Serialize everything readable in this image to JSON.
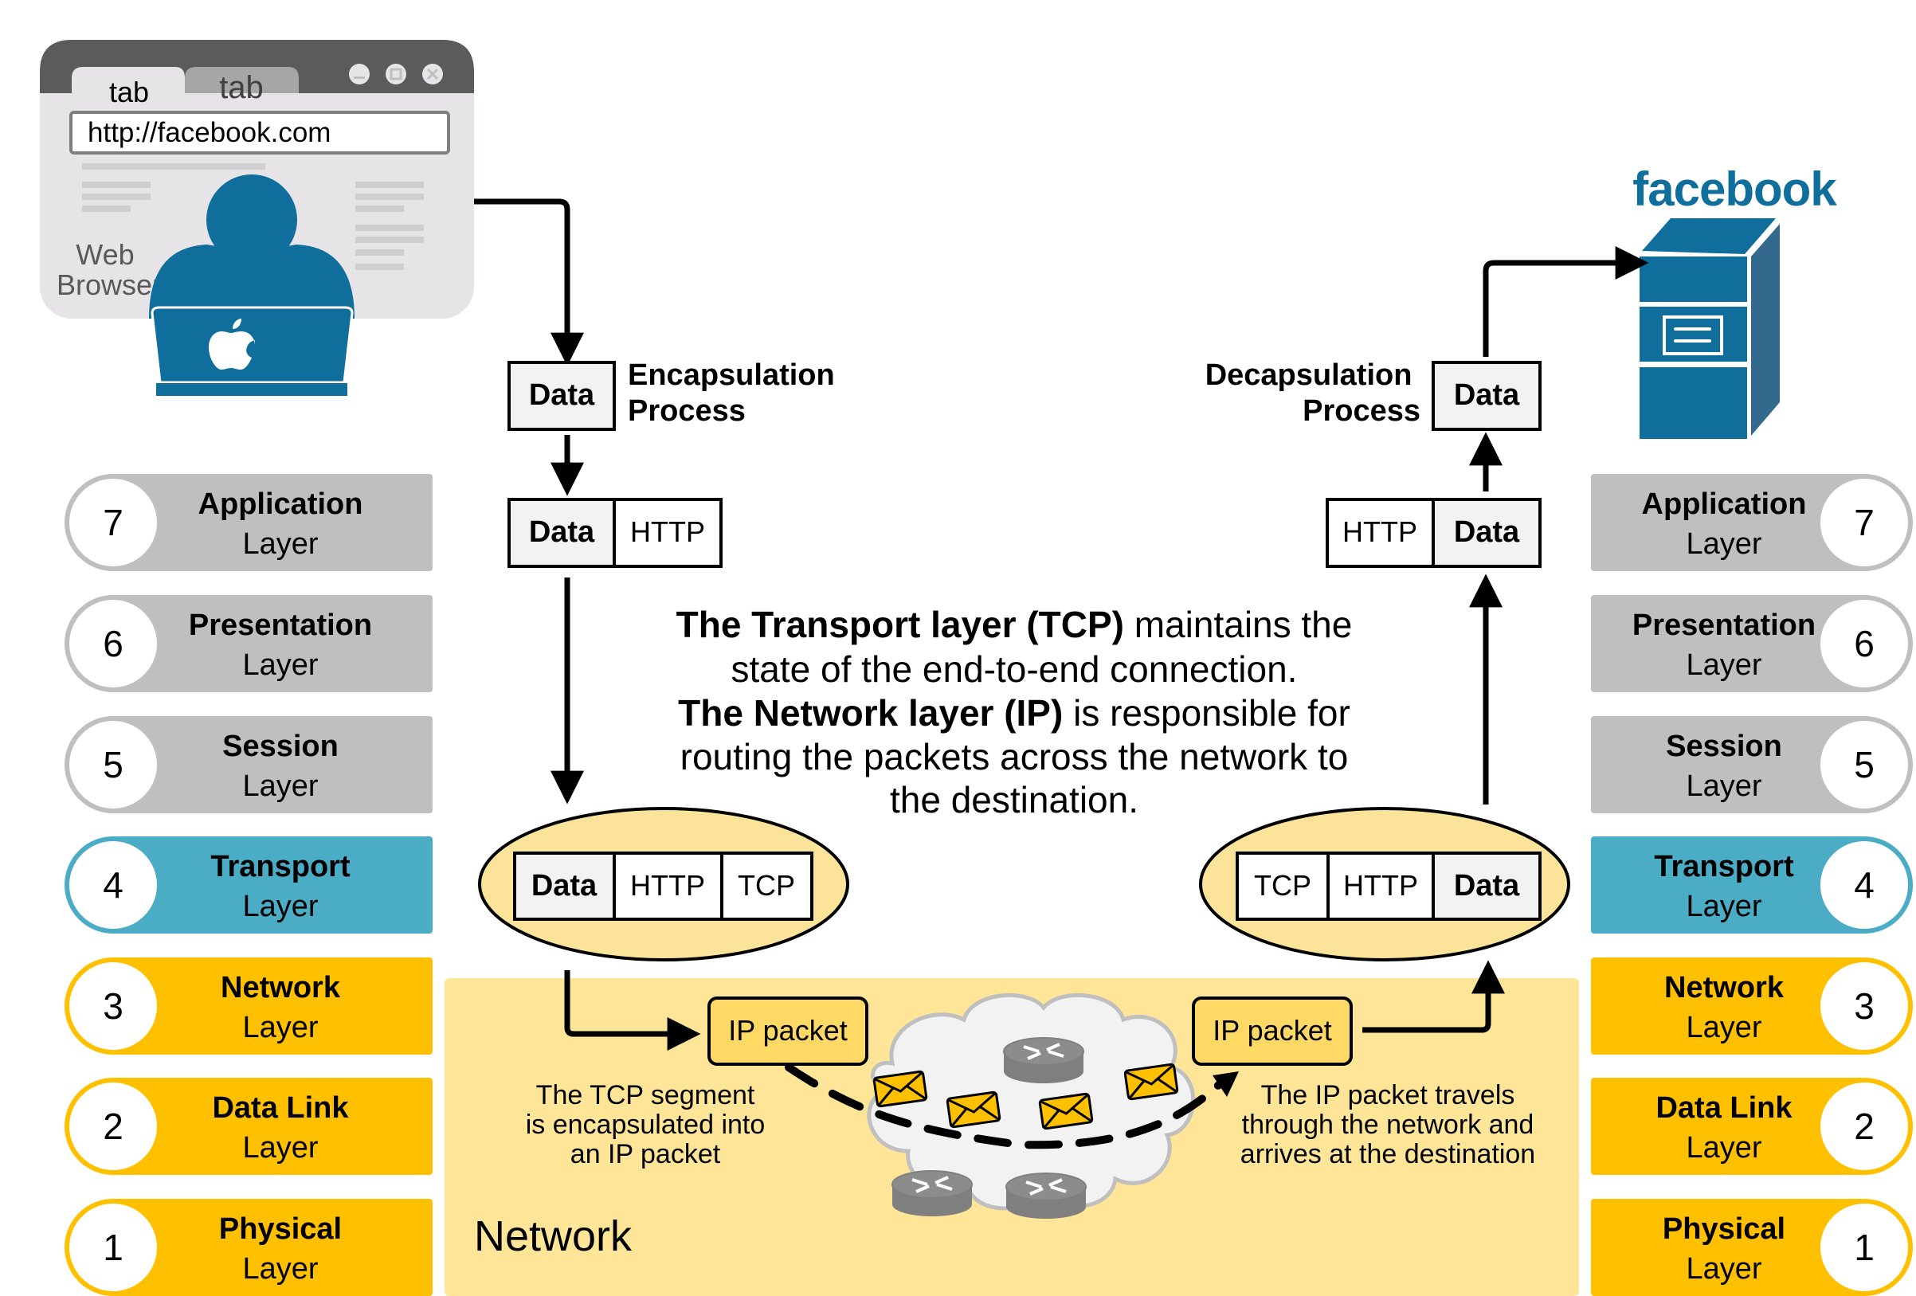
{
  "colors": {
    "blue_brand": "#0F6E9B",
    "transport_blue": "#4BACC6",
    "gray_layer": "#BFBFBF",
    "yellow_layer": "#FFC000",
    "network_band": "#FFE597",
    "ellipse_fill": "#FBE49A",
    "ip_packet_fill": "#FFD966",
    "cloud_fill": "#F2F2F2",
    "router_gray": "#7F7F7F",
    "envelope_yellow": "#FFC000",
    "browser_frame": "#5B5B5B",
    "browser_body": "#E7E4E8"
  },
  "browser": {
    "tab_active": "tab",
    "tab_inactive": "tab",
    "url": "http://facebook.com",
    "label_line1": "Web",
    "label_line2": "Browser",
    "controls": [
      "minimize-icon",
      "maximize-icon",
      "close-icon"
    ],
    "laptop_logo": "apple-logo-icon"
  },
  "server": {
    "brand": "facebook",
    "icon": "server-tower-icon"
  },
  "left_layers": [
    {
      "number": "7",
      "name": "Application",
      "suffix": "Layer",
      "group": "gray"
    },
    {
      "number": "6",
      "name": "Presentation",
      "suffix": "Layer",
      "group": "gray"
    },
    {
      "number": "5",
      "name": "Session",
      "suffix": "Layer",
      "group": "gray"
    },
    {
      "number": "4",
      "name": "Transport",
      "suffix": "Layer",
      "group": "blue"
    },
    {
      "number": "3",
      "name": "Network",
      "suffix": "Layer",
      "group": "yellow"
    },
    {
      "number": "2",
      "name": "Data Link",
      "suffix": "Layer",
      "group": "yellow"
    },
    {
      "number": "1",
      "name": "Physical",
      "suffix": "Layer",
      "group": "yellow"
    }
  ],
  "right_layers": [
    {
      "number": "7",
      "name": "Application",
      "suffix": "Layer",
      "group": "gray"
    },
    {
      "number": "6",
      "name": "Presentation",
      "suffix": "Layer",
      "group": "gray"
    },
    {
      "number": "5",
      "name": "Session",
      "suffix": "Layer",
      "group": "gray"
    },
    {
      "number": "4",
      "name": "Transport",
      "suffix": "Layer",
      "group": "blue"
    },
    {
      "number": "3",
      "name": "Network",
      "suffix": "Layer",
      "group": "yellow"
    },
    {
      "number": "2",
      "name": "Data Link",
      "suffix": "Layer",
      "group": "yellow"
    },
    {
      "number": "1",
      "name": "Physical",
      "suffix": "Layer",
      "group": "yellow"
    }
  ],
  "encapsulation": {
    "title_line1": "Encapsulation",
    "title_line2": "Process",
    "step1": [
      "Data"
    ],
    "step2": [
      "Data",
      "HTTP"
    ],
    "step3": [
      "Data",
      "HTTP",
      "TCP"
    ]
  },
  "decapsulation": {
    "title_line1": "Decapsulation",
    "title_line2": "Process",
    "step1": [
      "Data"
    ],
    "step2": [
      "HTTP",
      "Data"
    ],
    "step3": [
      "TCP",
      "HTTP",
      "Data"
    ]
  },
  "center_text": {
    "line1_bold": "The Transport layer (TCP)",
    "line1_rest": " maintains the",
    "line2": "state of the end-to-end connection.",
    "line3_bold": "The Network layer (IP)",
    "line3_rest": " is responsible for",
    "line4": "routing the packets across the network to",
    "line5": "the destination."
  },
  "network": {
    "label": "Network",
    "ip_packet_left": "IP packet",
    "ip_packet_right": "IP packet",
    "caption_left": [
      "The TCP segment",
      "is encapsulated into",
      "an IP packet"
    ],
    "caption_right": [
      "The IP packet travels",
      "through the network and",
      "arrives at the destination"
    ],
    "routers": 3,
    "envelopes": 4
  }
}
